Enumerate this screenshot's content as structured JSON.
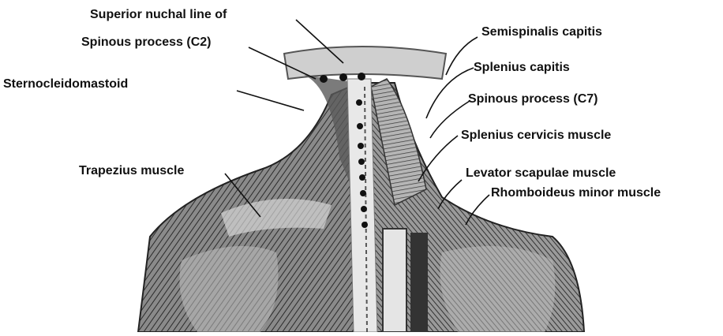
{
  "figure": {
    "labels": {
      "superior_nuchal_line": "Superior nuchal line of",
      "spinous_process_c2": "Spinous process (C2)",
      "sternocleidomastoid": "Sternocleidomastoid",
      "trapezius": "Trapezius muscle",
      "semispinalis_capitis": "Semispinalis capitis",
      "splenius_capitis": "Splenius capitis",
      "spinous_process_c7": "Spinous process (C7)",
      "splenius_cervicis": "Splenius cervicis muscle",
      "levator_scapulae": "Levator scapulae muscle",
      "rhomboideus_minor": "Rhomboideus minor muscle"
    },
    "colors": {
      "ink": "#111111",
      "muscle_dark": "#2a2a2a",
      "muscle_mid": "#7a7a7a",
      "muscle_light": "#d9d9d9",
      "background": "#ffffff"
    }
  }
}
